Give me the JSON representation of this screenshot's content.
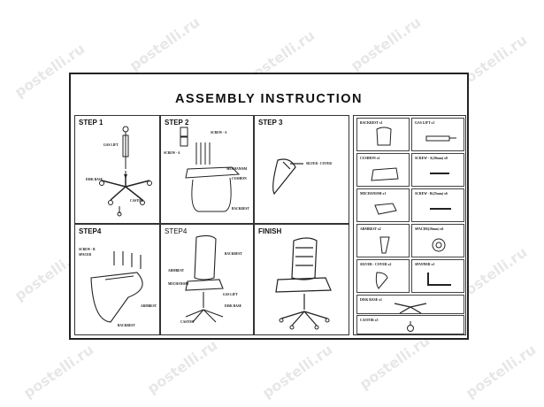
{
  "watermark": "postelli.ru",
  "title": "ASSEMBLY INSTRUCTION",
  "steps": [
    {
      "label": "STEP 1",
      "parts": [
        "GAS LIFT",
        "DISK BASE",
        "CASTOR"
      ]
    },
    {
      "label": "STEP 2",
      "parts": [
        "SCREW - A",
        "SCREW - A",
        "MECHANISM",
        "CUSHION",
        "BACKREST"
      ]
    },
    {
      "label": "STEP 3",
      "parts": [
        "SILVER - COVER"
      ]
    },
    {
      "label": "STEP4",
      "parts": [
        "SCREW - B",
        "SPACER",
        "ARMREST",
        "BACKREST"
      ]
    },
    {
      "label": "STEP4",
      "parts": [
        "BACKREST",
        "ARMREST",
        "MECHANISM",
        "GAS LIFT",
        "DISK BASE",
        "CASTOR"
      ]
    },
    {
      "label": "FINISH",
      "parts": []
    }
  ],
  "parts_list": [
    {
      "name": "BACKREST",
      "qty": "x1"
    },
    {
      "name": "GAS LIFT",
      "qty": "x1"
    },
    {
      "name": "CUSHION",
      "qty": "x1"
    },
    {
      "name": "SCREW - A(20mm)",
      "qty": "x8"
    },
    {
      "name": "MECHANISM",
      "qty": "x1"
    },
    {
      "name": "SCREW - B(25mm)",
      "qty": "x6"
    },
    {
      "name": "ARMREST",
      "qty": "x2"
    },
    {
      "name": "SPACER(10mm)",
      "qty": "x6"
    },
    {
      "name": "SILVER - COVER",
      "qty": "x2"
    },
    {
      "name": "SPANNER",
      "qty": "x1"
    },
    {
      "name": "DISK BASE",
      "qty": "x1"
    },
    {
      "name": "CASTOR",
      "qty": "x5"
    }
  ]
}
